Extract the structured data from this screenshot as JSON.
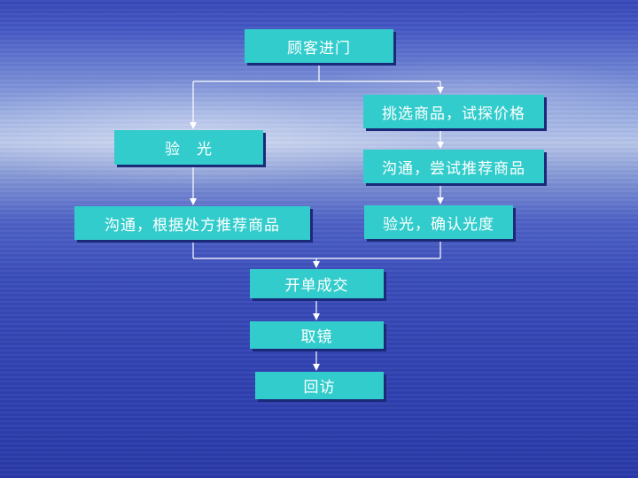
{
  "nodes": {
    "customer_enters": "顾客进门",
    "choose_goods": "挑选商品，试探价格",
    "eye_test_left": "验　光",
    "communicate_try": "沟通，尝试推荐商品",
    "communicate_prescription": "沟通，根据处方推荐商品",
    "eye_test_confirm": "验光，确认光度",
    "open_order": "开单成交",
    "pick_up": "取镜",
    "follow_up": "回访"
  },
  "colors": {
    "box_fill": "#33cccc",
    "box_text": "#ffffff",
    "connector": "#ffffff",
    "box_shadow": "#1a2a78"
  }
}
